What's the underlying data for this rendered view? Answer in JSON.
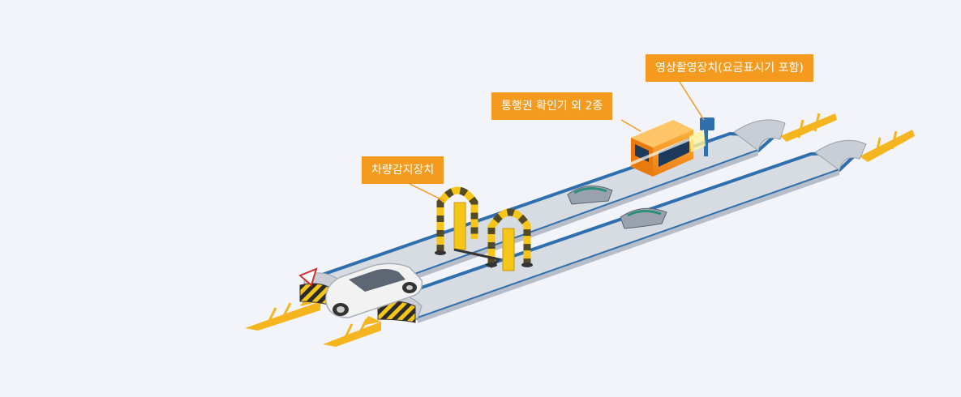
{
  "labels": {
    "camera": "영상촬영장치(요금표시기 포함)",
    "ticket": "통행권 확인기 외 2종",
    "sensor": "차량감지장치"
  },
  "colors": {
    "background": "#f3f4f9",
    "accent_orange": "#f39a1f",
    "lane_blue": "#2f6fae",
    "lane_surface": "#d7dbe2",
    "barrier_yellow": "#f5c518",
    "hazard_dark": "#2a2a2a"
  }
}
